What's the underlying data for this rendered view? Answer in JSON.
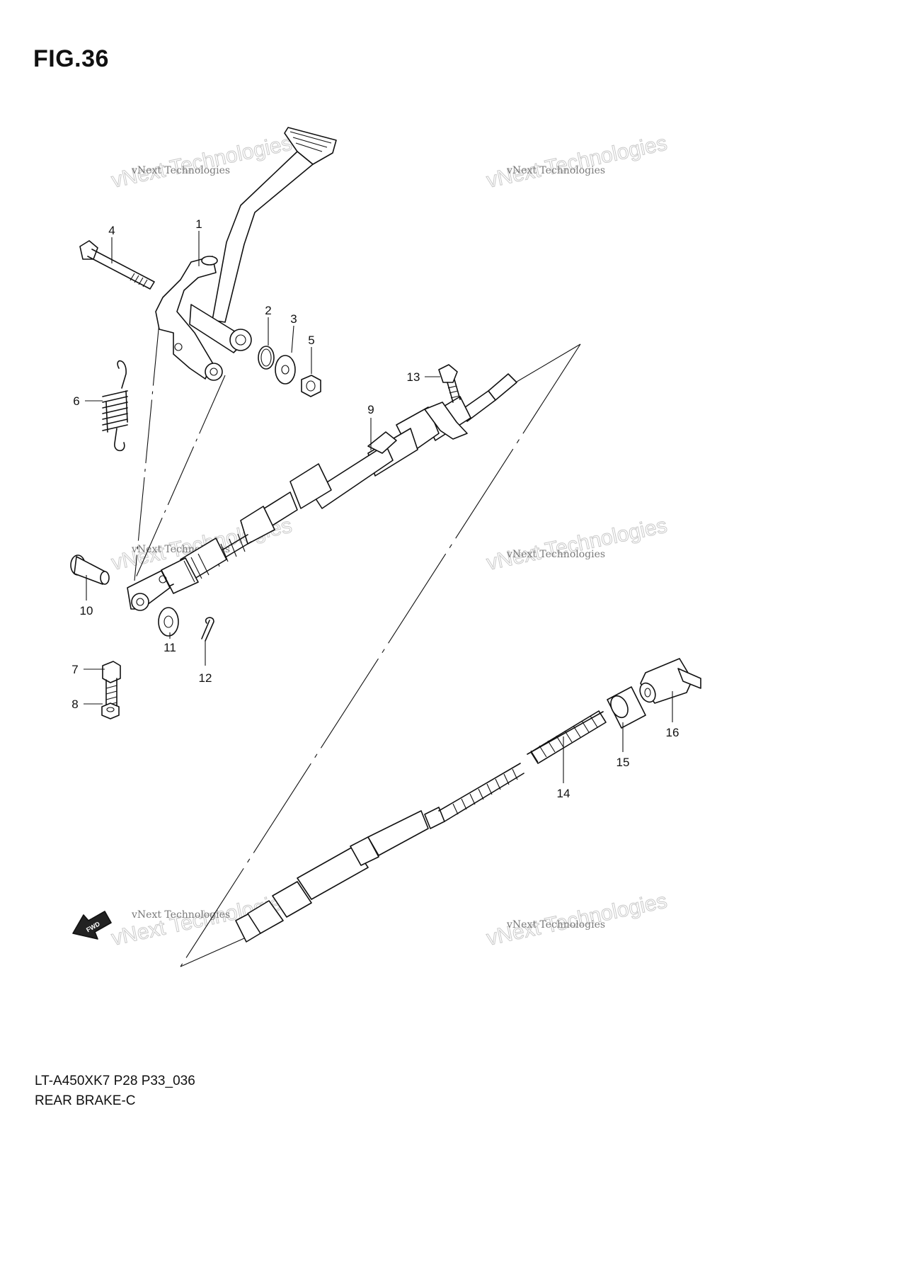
{
  "figure": {
    "title": "FIG.36"
  },
  "footer": {
    "code": "LT-A450XK7 P28 P33_036",
    "name": "REAR BRAKE-C"
  },
  "watermark": {
    "main": "vNext Technologies",
    "sub": "vNext Technologies"
  },
  "fwd_label": "FWD",
  "callouts": [
    "1",
    "2",
    "3",
    "4",
    "5",
    "6",
    "7",
    "8",
    "9",
    "10",
    "11",
    "12",
    "13",
    "14",
    "15",
    "16"
  ]
}
